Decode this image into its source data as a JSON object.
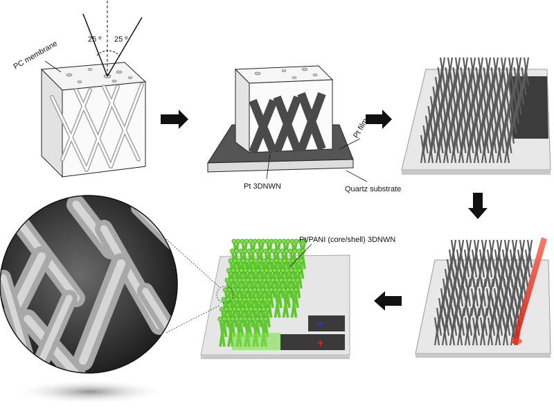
{
  "labels": {
    "angle_left": "25 º",
    "angle_right": "25 º",
    "pc_membrane": "PC membrane",
    "pt_film": "Pt film",
    "pt_3dnwn": "Pt 3DNWN",
    "quartz_substrate": "Quartz substrate",
    "pt_pani": "Pt/PANI (core/shell) 3DNWN",
    "minus_sign": "−",
    "plus_sign": "+"
  },
  "colors": {
    "wire_dark": "#4a4a4a",
    "membrane": "#f2f2f2",
    "pani_green": "#6fd23a",
    "laser_red": "#e23a2a",
    "substrate": "#e6e6e6",
    "film_dark": "#3c3c3c"
  },
  "icons": [
    "arrow-right-icon",
    "arrow-down-icon",
    "arrow-left-icon"
  ]
}
